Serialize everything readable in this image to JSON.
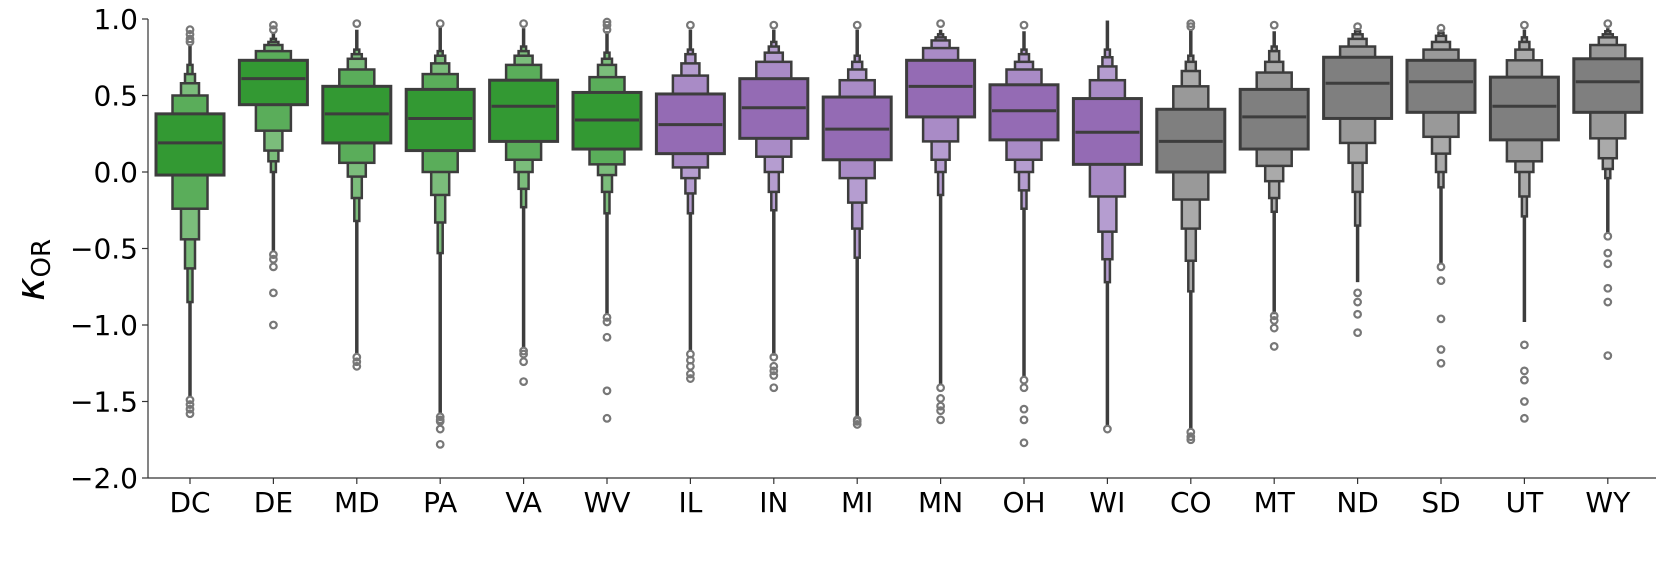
{
  "chart_data": {
    "type": "boxen",
    "title": "",
    "xlabel": "",
    "ylabel": "κ",
    "ylabel_subscript": "OR",
    "ylim": [
      -2.0,
      1.0
    ],
    "yticks": [
      "−2.0",
      "−1.5",
      "−1.0",
      "−0.5",
      "0.0",
      "0.5",
      "1.0"
    ],
    "ytick_values": [
      -2.0,
      -1.5,
      -1.0,
      -0.5,
      0.0,
      0.5,
      1.0
    ],
    "grid": false,
    "legend": "none",
    "colors": {
      "green": [
        "#339933",
        "#5aad5a",
        "#7bbd7b"
      ],
      "purple": [
        "#946bb4",
        "#a98bc6",
        "#b59dd0"
      ],
      "gray": [
        "#7f7f7f",
        "#999999",
        "#aaaaaa"
      ],
      "edge": "#3d3d3d",
      "outlier": "#777777"
    },
    "categories": [
      "DC",
      "DE",
      "MD",
      "PA",
      "VA",
      "WV",
      "IL",
      "IN",
      "MI",
      "MN",
      "OH",
      "WI",
      "CO",
      "MT",
      "ND",
      "SD",
      "UT",
      "WY"
    ],
    "series": [
      {
        "category": "DC",
        "group": "green",
        "median": 0.19,
        "levels": [
          [
            -0.02,
            0.38
          ],
          [
            -0.24,
            0.5
          ],
          [
            -0.44,
            0.58
          ],
          [
            -0.63,
            0.64
          ],
          [
            -0.85,
            0.7
          ]
        ],
        "range": [
          -1.47,
          0.83
        ],
        "outliers": [
          0.93,
          0.9,
          0.87,
          0.85,
          -1.49,
          -1.52,
          -1.55,
          -1.58
        ]
      },
      {
        "category": "DE",
        "group": "green",
        "median": 0.61,
        "levels": [
          [
            0.44,
            0.73
          ],
          [
            0.27,
            0.79
          ],
          [
            0.14,
            0.83
          ],
          [
            0.07,
            0.85
          ],
          [
            0.0,
            0.87
          ]
        ],
        "range": [
          -0.52,
          0.91
        ],
        "outliers": [
          0.96,
          0.93,
          -0.54,
          -0.57,
          -0.62,
          -0.79,
          -1.0
        ]
      },
      {
        "category": "MD",
        "group": "green",
        "median": 0.38,
        "levels": [
          [
            0.19,
            0.56
          ],
          [
            0.06,
            0.67
          ],
          [
            -0.03,
            0.74
          ],
          [
            -0.17,
            0.77
          ],
          [
            -0.32,
            0.8
          ]
        ],
        "range": [
          -1.19,
          0.93
        ],
        "outliers": [
          0.97,
          -1.21,
          -1.24,
          -1.27
        ]
      },
      {
        "category": "PA",
        "group": "green",
        "median": 0.35,
        "levels": [
          [
            0.14,
            0.54
          ],
          [
            0.0,
            0.64
          ],
          [
            -0.15,
            0.71
          ],
          [
            -0.33,
            0.76
          ],
          [
            -0.53,
            0.79
          ]
        ],
        "range": [
          -1.58,
          0.95
        ],
        "outliers": [
          0.97,
          -1.6,
          -1.62,
          -1.63,
          -1.68,
          -1.78
        ]
      },
      {
        "category": "VA",
        "group": "green",
        "median": 0.43,
        "levels": [
          [
            0.2,
            0.6
          ],
          [
            0.08,
            0.7
          ],
          [
            0.0,
            0.76
          ],
          [
            -0.11,
            0.79
          ],
          [
            -0.23,
            0.82
          ]
        ],
        "range": [
          -1.15,
          0.94
        ],
        "outliers": [
          0.97,
          -1.17,
          -1.19,
          -1.24,
          -1.37
        ]
      },
      {
        "category": "WV",
        "group": "green",
        "median": 0.34,
        "levels": [
          [
            0.15,
            0.52
          ],
          [
            0.05,
            0.62
          ],
          [
            -0.02,
            0.7
          ],
          [
            -0.13,
            0.74
          ],
          [
            -0.27,
            0.78
          ]
        ],
        "range": [
          -0.93,
          0.92
        ],
        "outliers": [
          0.98,
          0.96,
          0.93,
          -0.95,
          -0.98,
          -1.08,
          -1.43,
          -1.61
        ]
      },
      {
        "category": "IL",
        "group": "purple",
        "median": 0.31,
        "levels": [
          [
            0.12,
            0.51
          ],
          [
            0.03,
            0.63
          ],
          [
            -0.04,
            0.71
          ],
          [
            -0.14,
            0.77
          ],
          [
            -0.27,
            0.8
          ]
        ],
        "range": [
          -1.17,
          0.93
        ],
        "outliers": [
          0.96,
          -1.19,
          -1.23,
          -1.27,
          -1.32,
          -1.35
        ]
      },
      {
        "category": "IN",
        "group": "purple",
        "median": 0.42,
        "levels": [
          [
            0.22,
            0.61
          ],
          [
            0.1,
            0.72
          ],
          [
            0.0,
            0.78
          ],
          [
            -0.13,
            0.82
          ],
          [
            -0.25,
            0.85
          ]
        ],
        "range": [
          -1.2,
          0.93
        ],
        "outliers": [
          0.96,
          -1.21,
          -1.27,
          -1.3,
          -1.33,
          -1.41
        ]
      },
      {
        "category": "MI",
        "group": "purple",
        "median": 0.28,
        "levels": [
          [
            0.08,
            0.49
          ],
          [
            -0.04,
            0.6
          ],
          [
            -0.2,
            0.67
          ],
          [
            -0.37,
            0.72
          ],
          [
            -0.56,
            0.76
          ]
        ],
        "range": [
          -1.6,
          0.93
        ],
        "outliers": [
          0.96,
          -1.62,
          -1.63,
          -1.65
        ]
      },
      {
        "category": "MN",
        "group": "purple",
        "median": 0.56,
        "levels": [
          [
            0.36,
            0.73
          ],
          [
            0.2,
            0.81
          ],
          [
            0.08,
            0.86
          ],
          [
            0.0,
            0.88
          ],
          [
            -0.15,
            0.9
          ]
        ],
        "range": [
          -1.39,
          0.93
        ],
        "outliers": [
          0.97,
          -1.41,
          -1.48,
          -1.53,
          -1.56,
          -1.62
        ]
      },
      {
        "category": "OH",
        "group": "purple",
        "median": 0.4,
        "levels": [
          [
            0.21,
            0.57
          ],
          [
            0.08,
            0.67
          ],
          [
            0.0,
            0.72
          ],
          [
            -0.12,
            0.77
          ],
          [
            -0.24,
            0.8
          ]
        ],
        "range": [
          -1.34,
          0.92
        ],
        "outliers": [
          0.96,
          -1.36,
          -1.41,
          -1.55,
          -1.62,
          -1.77
        ]
      },
      {
        "category": "WI",
        "group": "purple",
        "median": 0.26,
        "levels": [
          [
            0.05,
            0.48
          ],
          [
            -0.16,
            0.6
          ],
          [
            -0.39,
            0.69
          ],
          [
            -0.57,
            0.75
          ],
          [
            -0.72,
            0.8
          ]
        ],
        "range": [
          -1.66,
          0.99
        ],
        "outliers": [
          -1.68
        ]
      },
      {
        "category": "CO",
        "group": "gray",
        "median": 0.2,
        "levels": [
          [
            0.0,
            0.41
          ],
          [
            -0.18,
            0.56
          ],
          [
            -0.37,
            0.66
          ],
          [
            -0.58,
            0.72
          ],
          [
            -0.78,
            0.76
          ]
        ],
        "range": [
          -1.68,
          0.93
        ],
        "outliers": [
          0.97,
          0.95,
          -1.7,
          -1.73,
          -1.75
        ]
      },
      {
        "category": "MT",
        "group": "gray",
        "median": 0.36,
        "levels": [
          [
            0.15,
            0.54
          ],
          [
            0.04,
            0.65
          ],
          [
            -0.06,
            0.72
          ],
          [
            -0.17,
            0.79
          ],
          [
            -0.26,
            0.82
          ]
        ],
        "range": [
          -0.93,
          0.92
        ],
        "outliers": [
          0.96,
          -0.94,
          -0.97,
          -1.02,
          -1.14
        ]
      },
      {
        "category": "ND",
        "group": "gray",
        "median": 0.58,
        "levels": [
          [
            0.35,
            0.75
          ],
          [
            0.19,
            0.82
          ],
          [
            0.06,
            0.87
          ],
          [
            -0.13,
            0.9
          ],
          [
            -0.35,
            0.92
          ]
        ],
        "range": [
          -0.72,
          0.94
        ],
        "outliers": [
          0.95,
          -0.79,
          -0.85,
          -0.93,
          -1.05
        ]
      },
      {
        "category": "SD",
        "group": "gray",
        "median": 0.59,
        "levels": [
          [
            0.39,
            0.73
          ],
          [
            0.23,
            0.8
          ],
          [
            0.12,
            0.85
          ],
          [
            0.0,
            0.89
          ],
          [
            -0.1,
            0.91
          ]
        ],
        "range": [
          -0.6,
          0.93
        ],
        "outliers": [
          0.94,
          -0.62,
          -0.71,
          -0.96,
          -1.16,
          -1.25
        ]
      },
      {
        "category": "UT",
        "group": "gray",
        "median": 0.43,
        "levels": [
          [
            0.21,
            0.62
          ],
          [
            0.07,
            0.73
          ],
          [
            0.0,
            0.8
          ],
          [
            -0.16,
            0.85
          ],
          [
            -0.29,
            0.88
          ]
        ],
        "range": [
          -0.98,
          0.93
        ],
        "outliers": [
          0.96,
          -1.13,
          -1.3,
          -1.36,
          -1.5,
          -1.61
        ]
      },
      {
        "category": "WY",
        "group": "gray",
        "median": 0.59,
        "levels": [
          [
            0.39,
            0.74
          ],
          [
            0.22,
            0.83
          ],
          [
            0.09,
            0.88
          ],
          [
            0.02,
            0.9
          ],
          [
            -0.04,
            0.92
          ]
        ],
        "range": [
          -0.4,
          0.94
        ],
        "outliers": [
          0.97,
          -0.42,
          -0.53,
          -0.6,
          -0.76,
          -0.85,
          -1.2
        ]
      }
    ]
  }
}
